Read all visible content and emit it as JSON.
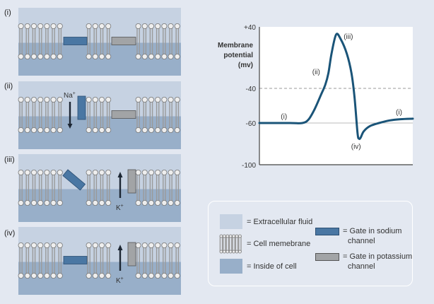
{
  "colors": {
    "background": "#e3e8f1",
    "extracellular": "#c6d2e2",
    "inside": "#98afc9",
    "membrane_head_fill": "#eeeeee",
    "membrane_head_stroke": "#777777",
    "membrane_tail": "#9a9a9a",
    "sodium_gate": "#4a77a3",
    "sodium_gate_stroke": "#2c4f73",
    "potassium_gate": "#a2a4a6",
    "potassium_gate_stroke": "#555555",
    "arrow": "#1c2633",
    "curve": "#1a5478",
    "plot_bg": "#ffffff"
  },
  "panels": [
    {
      "label": "(i)",
      "sodium_gate": "closed",
      "potassium_gate": "closed",
      "ion": null
    },
    {
      "label": "(ii)",
      "sodium_gate": "open",
      "potassium_gate": "closed",
      "ion": {
        "name": "Na",
        "charge": "+",
        "direction": "inward"
      }
    },
    {
      "label": "(iii)",
      "sodium_gate": "inactivated",
      "potassium_gate": "open",
      "ion": {
        "name": "K",
        "charge": "+",
        "direction": "outward"
      }
    },
    {
      "label": "(iv)",
      "sodium_gate": "closed",
      "potassium_gate": "open",
      "ion": {
        "name": "K",
        "charge": "+",
        "direction": "outward"
      }
    }
  ],
  "chart_data": {
    "type": "line",
    "title": "",
    "ylabel_lines": [
      "Membrane",
      "potential",
      "(mv)"
    ],
    "xlabel": "",
    "yticks": [
      {
        "value": 40,
        "label": "+40"
      },
      {
        "value": -40,
        "label": "-40"
      },
      {
        "value": -60,
        "label": "-60"
      },
      {
        "value": -100,
        "label": "-100"
      }
    ],
    "ylim": [
      -100,
      40
    ],
    "reference_lines": [
      {
        "value": -40,
        "style": "dashed",
        "meaning": "threshold"
      },
      {
        "value": -60,
        "style": "solid",
        "meaning": "resting"
      }
    ],
    "series": [
      {
        "name": "Membrane potential",
        "x": [
          0,
          20,
          28,
          32,
          36,
          40,
          43,
          45,
          47,
          50,
          53,
          57,
          60,
          62,
          64,
          65,
          66,
          68,
          72,
          78,
          85,
          92,
          100
        ],
        "y": [
          -60,
          -60,
          -60,
          -58,
          -52,
          -44,
          -35,
          -20,
          5,
          30,
          24,
          5,
          -20,
          -45,
          -70,
          -75,
          -74,
          -68,
          -63,
          -60,
          -58.5,
          -57.8,
          -57.5
        ]
      }
    ],
    "annotations": [
      {
        "text": "(i)",
        "x": 16,
        "y": -56
      },
      {
        "text": "(ii)",
        "x": 37,
        "y": -18
      },
      {
        "text": "(iii)",
        "x": 58,
        "y": 28
      },
      {
        "text": "(iv)",
        "x": 63,
        "y": -82
      },
      {
        "text": "(i)",
        "x": 91,
        "y": -53.5
      }
    ]
  },
  "legend": {
    "items": [
      {
        "text": "= Extracellular fluid",
        "kind": "extracellular"
      },
      {
        "text": "= Cell memebrane",
        "kind": "membrane"
      },
      {
        "text": "= Inside of cell",
        "kind": "inside"
      },
      {
        "text_lines": [
          "= Gate in sodium",
          "channel"
        ],
        "kind": "sodium_gate"
      },
      {
        "text_lines": [
          "= Gate in potassium",
          "channel"
        ],
        "kind": "potassium_gate"
      }
    ]
  }
}
